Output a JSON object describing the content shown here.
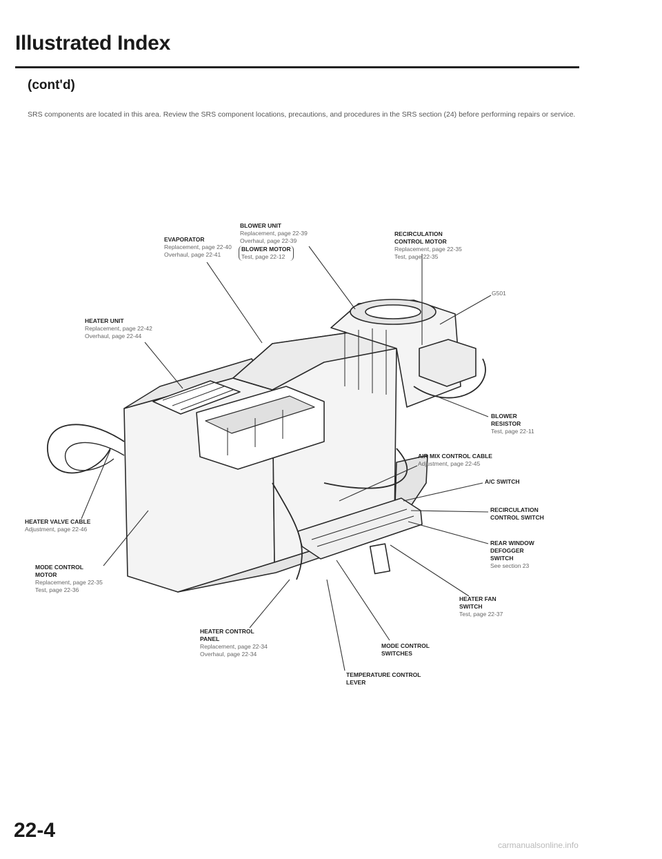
{
  "header": {
    "title": "Illustrated Index",
    "subtitle": "(cont'd)"
  },
  "notice": "SRS components are located in this area. Review the SRS component locations, precautions, and procedures in the SRS section (24) before performing repairs or service.",
  "callouts": {
    "blower_unit": {
      "name": "BLOWER UNIT",
      "line1": "Replacement, page 22-39",
      "line2": "Overhaul, page 22-39"
    },
    "blower_motor": {
      "name": "BLOWER MOTOR",
      "line1": "Test, page 22-12"
    },
    "evaporator": {
      "name": "EVAPORATOR",
      "line1": "Replacement, page 22-40",
      "line2": "Overhaul, page 22-41"
    },
    "recirculation_motor": {
      "name1": "RECIRCULATION",
      "name2": "CONTROL MOTOR",
      "line1": "Replacement, page 22-35",
      "line2": "Test, page 22-35"
    },
    "g501": {
      "name": "G501"
    },
    "heater_unit": {
      "name": "HEATER UNIT",
      "line1": "Replacement, page 22-42",
      "line2": "Overhaul, page 22-44"
    },
    "blower_resistor": {
      "name1": "BLOWER",
      "name2": "RESISTOR",
      "line1": "Test, page 22-11"
    },
    "air_mix_cable": {
      "name": "AIR MIX CONTROL CABLE",
      "line1": "Adjustment, page 22-45"
    },
    "ac_switch": {
      "name": "A/C SWITCH"
    },
    "recirculation_switch": {
      "name1": "RECIRCULATION",
      "name2": "CONTROL SWITCH"
    },
    "heater_valve_cable": {
      "name": "HEATER VALVE CABLE",
      "line1": "Adjustment, page 22-46"
    },
    "rear_defogger_switch": {
      "name1": "REAR WINDOW",
      "name2": "DEFOGGER",
      "name3": "SWITCH",
      "line1": "See section 23"
    },
    "mode_control_motor": {
      "name1": "MODE CONTROL",
      "name2": "MOTOR",
      "line1": "Replacement, page 22-35",
      "line2": "Test, page 22-36"
    },
    "heater_fan_switch": {
      "name1": "HEATER FAN",
      "name2": "SWITCH",
      "line1": "Test, page 22-37"
    },
    "heater_control_panel": {
      "name1": "HEATER CONTROL",
      "name2": "PANEL",
      "line1": "Replacement, page 22-34",
      "line2": "Overhaul, page 22-34"
    },
    "mode_control_switches": {
      "name1": "MODE CONTROL",
      "name2": "SWITCHES"
    },
    "temperature_lever": {
      "name1": "TEMPERATURE CONTROL",
      "name2": "LEVER"
    }
  },
  "footer": {
    "page_number": "22-4",
    "watermark": "carmanualsonline.info"
  }
}
